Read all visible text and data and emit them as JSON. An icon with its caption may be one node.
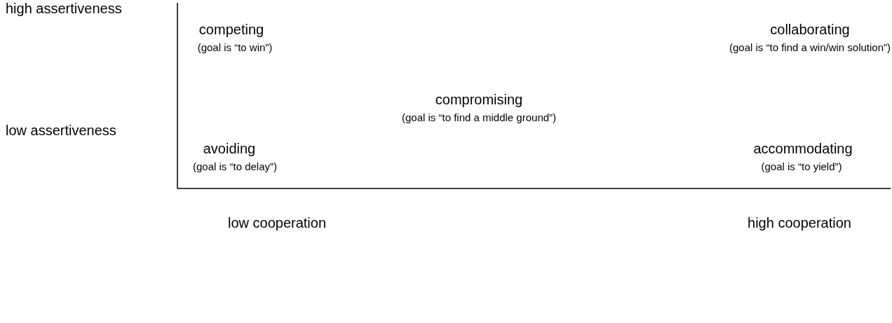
{
  "diagram": {
    "labels": [
      "high assertiveness",
      "competing",
      "collaborating",
      "(goal is “to win”)",
      "(goal is “to find a win/win solution”)",
      "compromising",
      "(goal is “to find a middle ground”)",
      "low assertiveness",
      "avoiding",
      "accommodating",
      "(goal is “to delay”)",
      "(goal is “to yield”)",
      "low cooperation",
      "high cooperation"
    ]
  }
}
